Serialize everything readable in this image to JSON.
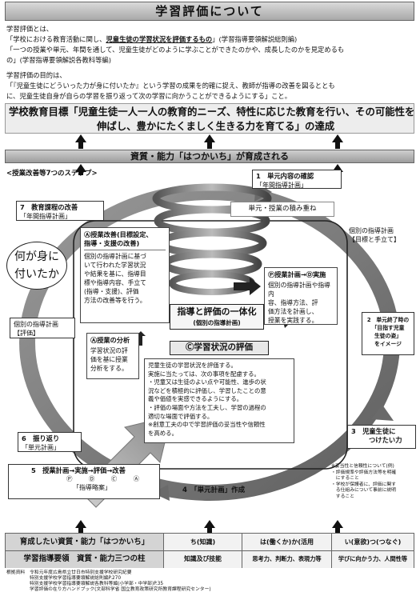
{
  "title": "学習評価について",
  "definition": {
    "heading": "学習評価とは、",
    "line1_pre": "「学校における教育活動に関し、",
    "line1_bold": "児童生徒の学習状況を評価するもの",
    "line1_post": "」(学習指導要領解説総則編)",
    "line2": "「一つの授業や単元、年間を通して、児童生徒がどのように学ぶことができたのかや、成長したのかを見定めるも",
    "line3": "の」(学習指導要領解説各教科等編)"
  },
  "purpose": {
    "heading": "学習評価の目的は、",
    "line1": "「『児童生徒にどういった力が身に付いたか』という学習の成果を的確に捉え、教師が指導の改善を図るととも",
    "line2": "に、児童生徒自身が自らの学習を振り返って次の学習に向かうことができるようにする」こと。"
  },
  "school_goal": {
    "line1": "学校教育目標「児童生徒一人一人の教育的ニーズ、特性に応じた教育を行い、その可能性を",
    "line2": "伸ばし、豊かにたくましく生きる力を育てる」の達成"
  },
  "shikaku_bar": "資質・能力「はつかいち」が育成される",
  "cycle_title": "<授業改善等7つのステップ>",
  "steps": {
    "s1_title": "1　単元内容の確認",
    "s1_sub": "「年間指導計画」",
    "s2_l1": "2　単元終了時の",
    "s2_l2": "「目指す児童",
    "s2_l3": "生徒の姿」",
    "s2_l4": "をイメージ",
    "s3_l1": "3　児童生徒に",
    "s3_l2": "つけたい力",
    "s4": "4　「単元計画」作成",
    "s5_title": "5　授業計画→実施→評価→改善",
    "s5_marks": [
      "Ⓟ",
      "Ⓓ",
      "Ⓒ",
      "Ⓐ"
    ],
    "s5_sub": "「指導略案」",
    "s6_title": "6　振り返り",
    "s6_sub": "「単元計画」",
    "s7_title": "7　教育課程の改善",
    "s7_sub": "「年間指導計画」"
  },
  "individual_plan_right": {
    "l1": "個別の指導計画",
    "l2": "【目標と手立て】"
  },
  "individual_plan_left": {
    "l1": "個別の指導計画",
    "l2": "【評価】"
  },
  "speech_bubble": {
    "l1": "何が身に",
    "l2": "付いたか"
  },
  "spiral_label": "単元・授業の積み重ね",
  "center_title": "指導と評価の一体化",
  "center_sub": "(個別の指導計画)",
  "act_box": {
    "title_l1": "Ⓐ授業改善(目標設定、",
    "title_l2": "指導・支援の改善)",
    "body": [
      "個別の指導計画に基づ",
      "いて行われた学習状況",
      "や結果を基に、指導目",
      "標や指導内容、手立て",
      "(指導・支援)、評価",
      "方法の改善等を行う。"
    ]
  },
  "analysis_box": {
    "title": "Ⓐ授業の分析",
    "body": [
      "学習状況の評",
      "価を基に授業",
      "分析をする。"
    ]
  },
  "plan_box": {
    "title": "Ⓟ授業計画→Ⓓ実施",
    "body": [
      "個別の指導計画や指導内",
      "容、指導方法、評",
      "価方法を計画し、",
      "授業を実践する。"
    ]
  },
  "check_title": "Ⓒ学習状況の評価",
  "check_body": [
    "児童生徒の学習状況を評価する。",
    "実施に当たっては、次の事項を配慮する。",
    "・児童又は生徒のよい点や可能性、進歩の状",
    "況などを積極的に評価し、学習したことの意",
    "義や価値を実感できるようにする。",
    "・評価の場面や方法を工夫し、学習の過程の",
    "適切な場面で評価する。",
    "※創意工夫の中で学習評価の妥当性や信頼性",
    "を高める。"
  ],
  "note_right": [
    "※妥当性と信頼性について(例)",
    "・評価規準や評価方法等を明確",
    "　にすること",
    "・学校が保護者に、評価に関す",
    "　る仕組みについて事前に説明",
    "　すること"
  ],
  "bottom_table": {
    "row1_head": "育成したい資質・能力「はつかいち」",
    "row1_cells": [
      "ち(知識)",
      "は(働くか)か(活用",
      "い(意欲)つ(つなぐ)"
    ],
    "row2_head": "学習指導要領　資質・能力三つの柱",
    "row2_cells": [
      "知識及び技能",
      "思考力、判断力、表現力等",
      "学びに向かう力、人間性等"
    ]
  },
  "sources": [
    "根拠資料　令和元年度広島県立廿日市特別支援学校研究紀要",
    "　　　　　特別支援学校学習指導要領解説総則編P.270",
    "　　　　　特別支援学校学習指導要領解説各教科等編(小学部・中学部)P.35",
    "　　　　　学習評価の在り方ハンドブック(文部科学省 国立教育政策研究所教育課程研究センター)"
  ]
}
